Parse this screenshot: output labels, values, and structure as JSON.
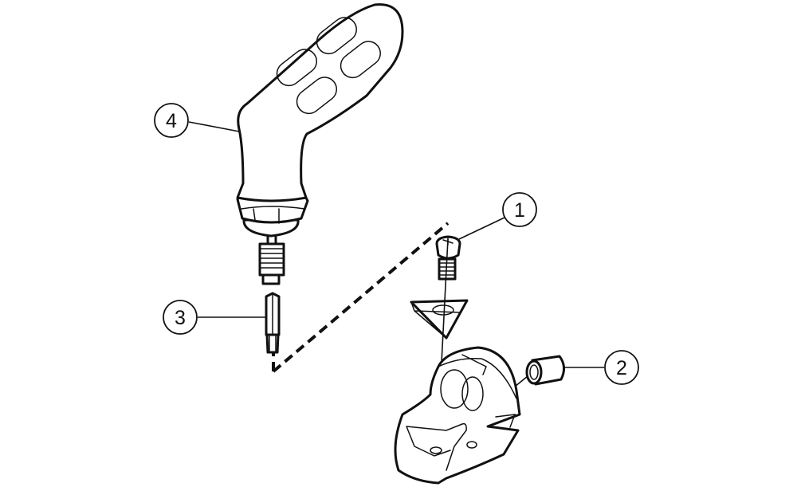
{
  "callouts": [
    {
      "id": "1",
      "part": "insert-screw"
    },
    {
      "id": "2",
      "part": "sleeve"
    },
    {
      "id": "3",
      "part": "torx-bit"
    },
    {
      "id": "4",
      "part": "torque-handle"
    }
  ]
}
